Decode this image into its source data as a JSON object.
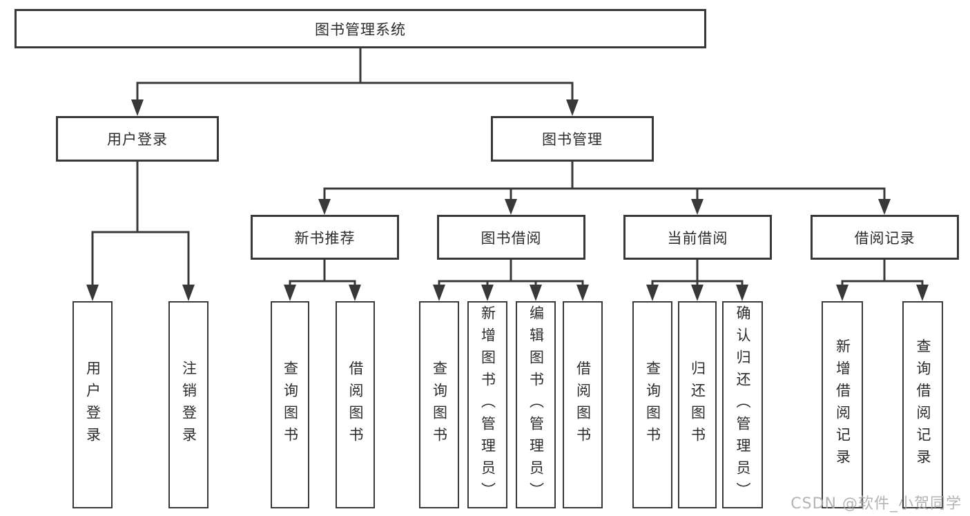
{
  "diagram": {
    "title_node": "图书管理系统",
    "level2": [
      "用户登录",
      "图书管理"
    ],
    "level3": [
      "新书推荐",
      "图书借阅",
      "当前借阅",
      "借阅记录"
    ],
    "leaves_user_login": [
      "用户登录",
      "注销登录"
    ],
    "leaves_new_book": [
      "查询图书",
      "借阅图书"
    ],
    "leaves_book_borrow": [
      "查询图书",
      "新增图书（管理员）",
      "编辑图书（管理员）",
      "借阅图书"
    ],
    "leaves_current_borrow": [
      "查询图书",
      "归还图书",
      "确认归还（管理员）"
    ],
    "leaves_borrow_records": [
      "新增借阅记录",
      "查询借阅记录"
    ]
  },
  "colors": {
    "line": "#383838",
    "text": "#2b2b2b",
    "watermark": "#a8a8a8",
    "background": "#ffffff"
  },
  "watermark": "CSDN @软件_小贺同学"
}
